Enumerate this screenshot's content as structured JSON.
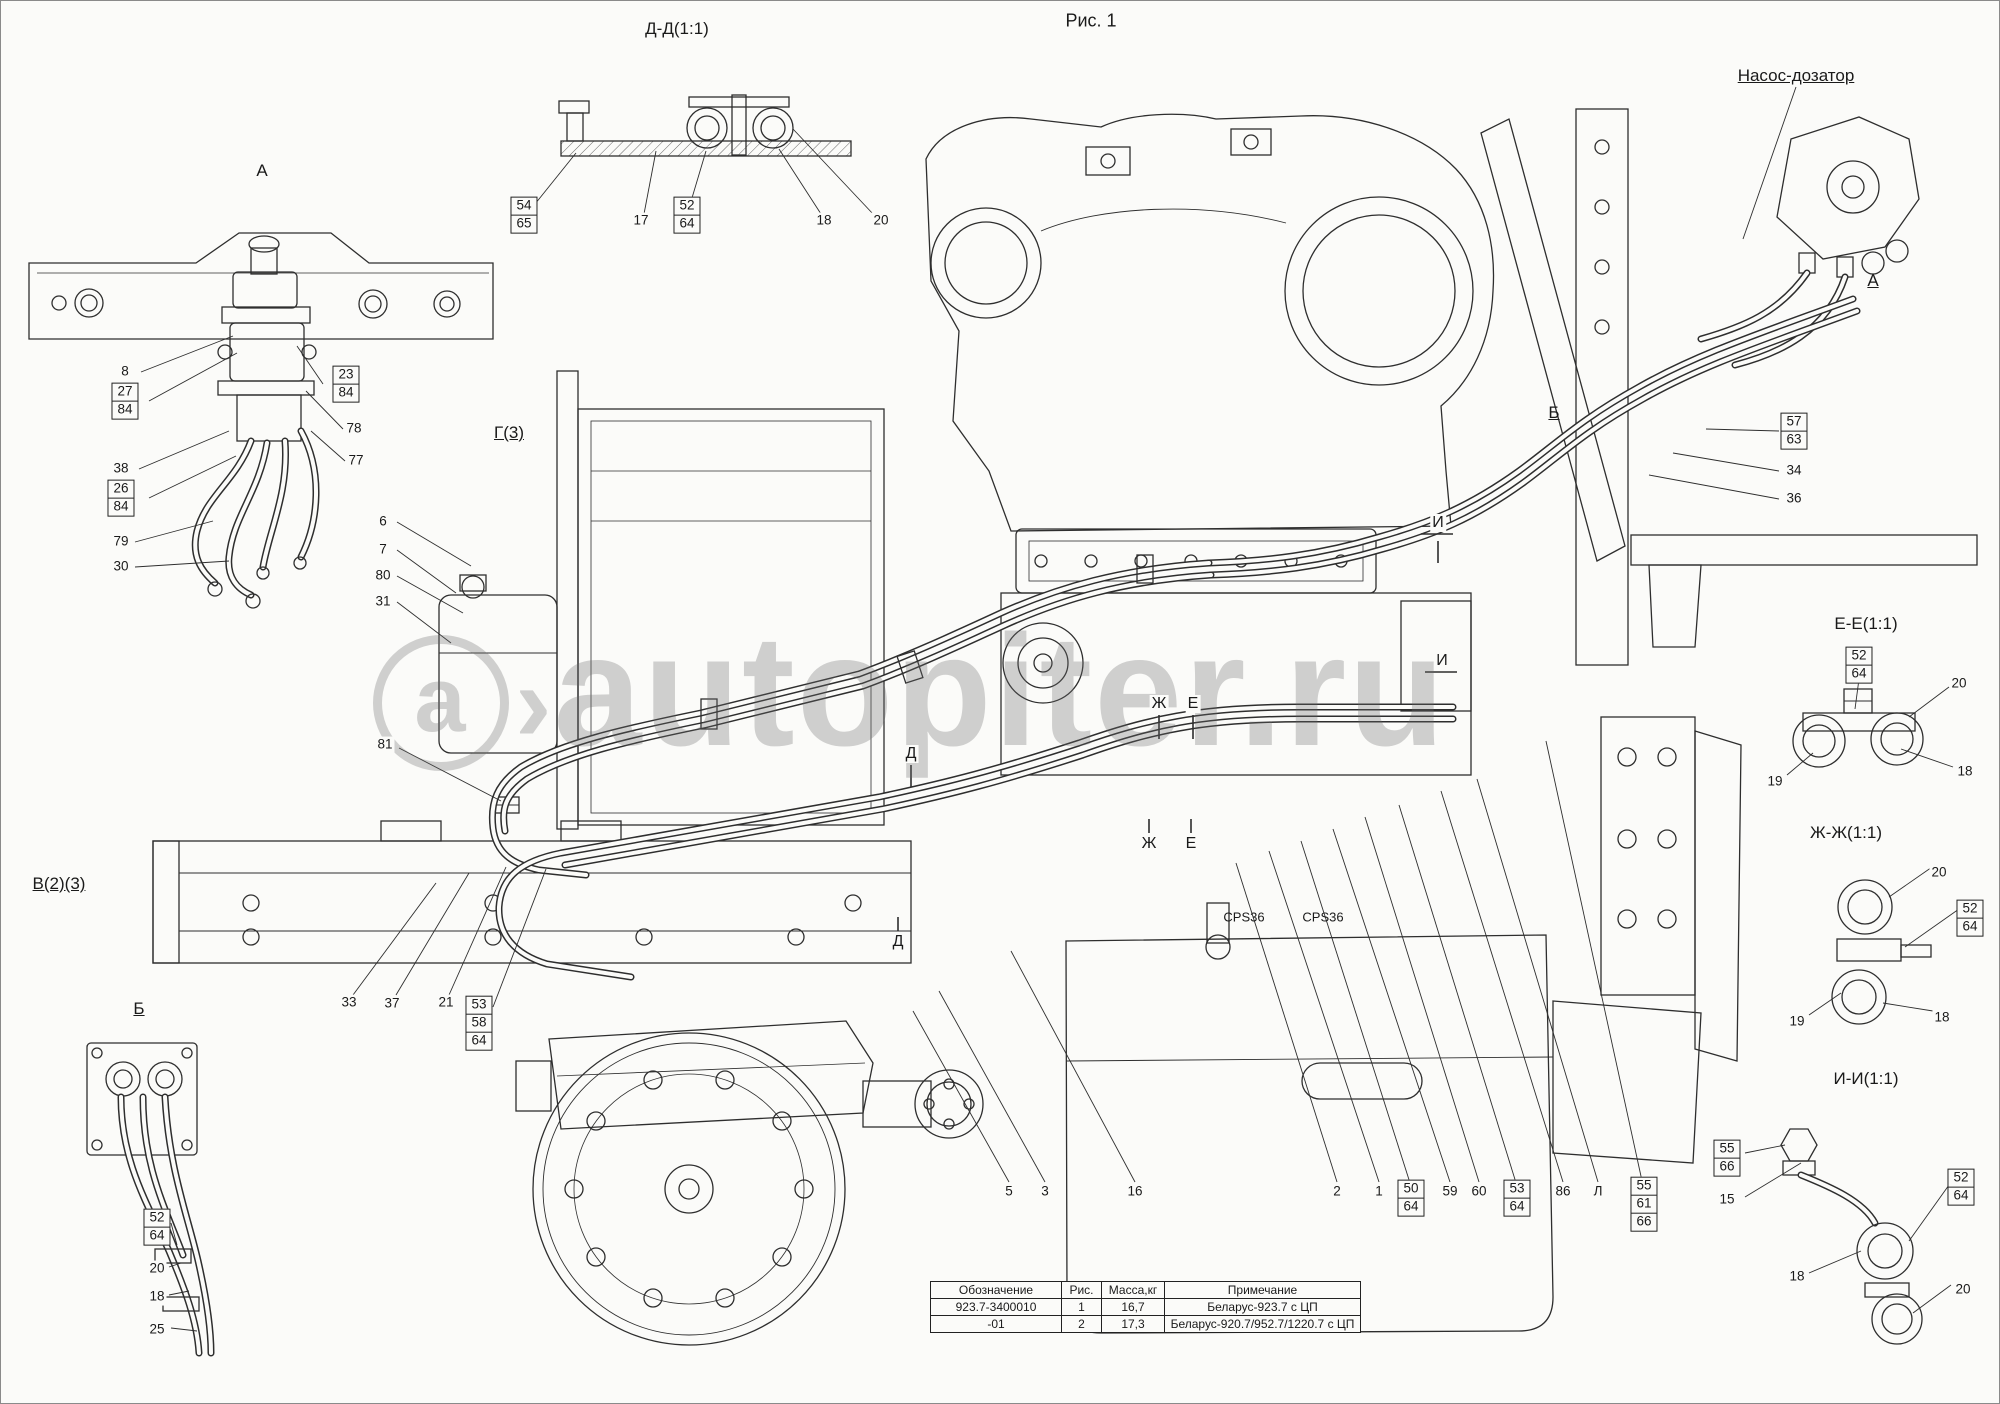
{
  "figure_title": "Рис. 1",
  "watermark": {
    "logo": "a",
    "sep": "›",
    "text": "autopiter.ru"
  },
  "annotations": {
    "nasos_dozator": "Насос-дозатор",
    "cps36": "CPS36"
  },
  "view_labels": {
    "dd": "Д-Д(1:1)",
    "a_left": "А",
    "a_right": "А",
    "g3": "Г(3)",
    "v23": "В(2)(3)",
    "b_left": "Б",
    "b_right": "Б",
    "ee": "Е-Е(1:1)",
    "zh": "Ж-Ж(1:1)",
    "ii": "И-И(1:1)"
  },
  "section_marks": {
    "zh1": "Ж",
    "e1": "Е",
    "d1": "Д",
    "zh2": "Ж",
    "e2": "Е",
    "d2": "Д",
    "i1": "И",
    "i2": "И"
  },
  "callouts": [
    {
      "rows": [
        "54",
        "65"
      ]
    },
    {
      "rows": [
        "17"
      ]
    },
    {
      "rows": [
        "52",
        "64"
      ]
    },
    {
      "rows": [
        "18"
      ]
    },
    {
      "rows": [
        "20"
      ]
    },
    {
      "rows": [
        "8"
      ]
    },
    {
      "rows": [
        "27",
        "84"
      ]
    },
    {
      "rows": [
        "23",
        "84"
      ]
    },
    {
      "rows": [
        "78"
      ]
    },
    {
      "rows": [
        "77"
      ]
    },
    {
      "rows": [
        "38"
      ]
    },
    {
      "rows": [
        "26",
        "84"
      ]
    },
    {
      "rows": [
        "79"
      ]
    },
    {
      "rows": [
        "30"
      ]
    },
    {
      "rows": [
        "6"
      ]
    },
    {
      "rows": [
        "7"
      ]
    },
    {
      "rows": [
        "80"
      ]
    },
    {
      "rows": [
        "31"
      ]
    },
    {
      "rows": [
        "81"
      ]
    },
    {
      "rows": [
        "33"
      ]
    },
    {
      "rows": [
        "37"
      ]
    },
    {
      "rows": [
        "21"
      ]
    },
    {
      "rows": [
        "53",
        "58",
        "64"
      ]
    },
    {
      "rows": [
        "52",
        "64"
      ]
    },
    {
      "rows": [
        "20"
      ]
    },
    {
      "rows": [
        "18"
      ]
    },
    {
      "rows": [
        "25"
      ]
    },
    {
      "rows": [
        "5"
      ]
    },
    {
      "rows": [
        "3"
      ]
    },
    {
      "rows": [
        "16"
      ]
    },
    {
      "rows": [
        "2"
      ]
    },
    {
      "rows": [
        "1"
      ]
    },
    {
      "rows": [
        "50",
        "64"
      ]
    },
    {
      "rows": [
        "59"
      ]
    },
    {
      "rows": [
        "60"
      ]
    },
    {
      "rows": [
        "53",
        "64"
      ]
    },
    {
      "rows": [
        "86"
      ]
    },
    {
      "rows": [
        "Л"
      ]
    },
    {
      "rows": [
        "55",
        "61",
        "66"
      ]
    },
    {
      "rows": [
        "57",
        "63"
      ]
    },
    {
      "rows": [
        "34"
      ]
    },
    {
      "rows": [
        "36"
      ]
    },
    {
      "rows": [
        "52",
        "64"
      ]
    },
    {
      "rows": [
        "20"
      ]
    },
    {
      "rows": [
        "19"
      ]
    },
    {
      "rows": [
        "18"
      ]
    },
    {
      "rows": [
        "20"
      ]
    },
    {
      "rows": [
        "52",
        "64"
      ]
    },
    {
      "rows": [
        "19"
      ]
    },
    {
      "rows": [
        "18"
      ]
    },
    {
      "rows": [
        "55",
        "66"
      ]
    },
    {
      "rows": [
        "15"
      ]
    },
    {
      "rows": [
        "52",
        "64"
      ]
    },
    {
      "rows": [
        "18"
      ]
    },
    {
      "rows": [
        "20"
      ]
    }
  ],
  "table": {
    "headers": [
      "Обозначение",
      "Рис.",
      "Масса,кг",
      "Примечание"
    ],
    "rows": [
      [
        "923.7-3400010",
        "1",
        "16,7",
        "Беларус-923.7 с ЦП"
      ],
      [
        "-01",
        "2",
        "17,3",
        "Беларус-920.7/952.7/1220.7 с ЦП"
      ]
    ]
  }
}
